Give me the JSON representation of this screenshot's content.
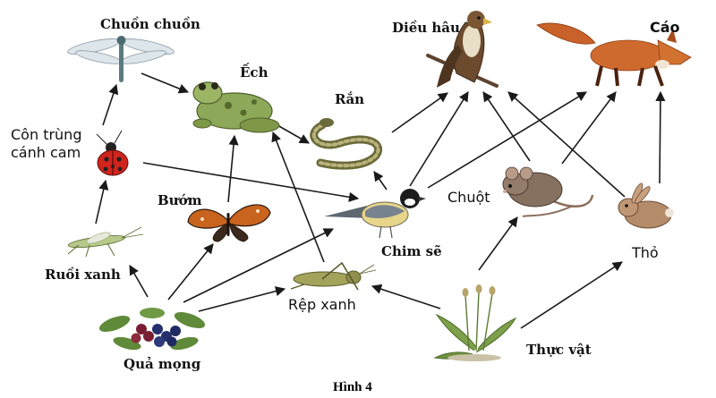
{
  "labels": {
    "chuon_chuon": "Chuồn chuồn",
    "ech": "Ếch",
    "ran": "Rắn",
    "dieu_hau": "Diều hâu",
    "cao": "Cáo",
    "con_trung_line1": "Côn trùng",
    "con_trung_line2": "cánh cam",
    "buom": "Bướm",
    "chim_se": "Chim sẽ",
    "chuot": "Chuột",
    "tho": "Thỏ",
    "ruoi_xanh": "Ruồi xanh",
    "rep_xanh": "Rệp xanh",
    "qua_mong": "Quả mọng",
    "thuc_vat": "Thực vật"
  },
  "caption": "Hình 4",
  "icons": {
    "dragonfly": "dragonfly-icon",
    "frog": "frog-icon",
    "snake": "snake-icon",
    "hawk": "hawk-icon",
    "fox": "fox-icon",
    "ladybug": "ladybug-icon",
    "butterfly": "butterfly-icon",
    "sparrow": "sparrow-icon",
    "mouse": "mouse-icon",
    "rabbit": "rabbit-icon",
    "fly": "greenfly-icon",
    "aphid": "aphid-icon",
    "berries": "berries-icon",
    "plant": "plant-icon"
  },
  "colors": {
    "arrow": "#1a1a1a"
  }
}
